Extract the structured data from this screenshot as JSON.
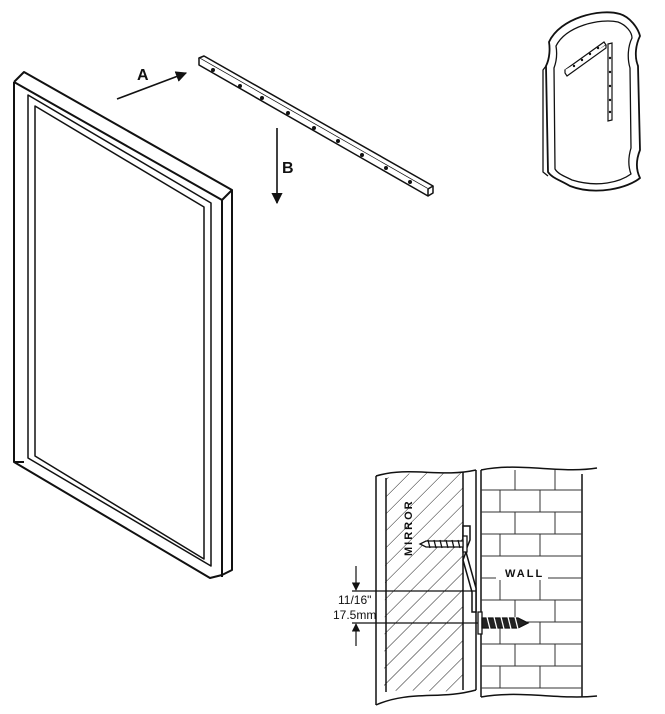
{
  "step_labels": {
    "arrow_a": "A",
    "arrow_b": "B"
  },
  "detail": {
    "mirror_label": "MIRROR",
    "wall_label": "WALL",
    "gap_imperial": "11/16\"",
    "gap_metric": "17.5mm"
  }
}
